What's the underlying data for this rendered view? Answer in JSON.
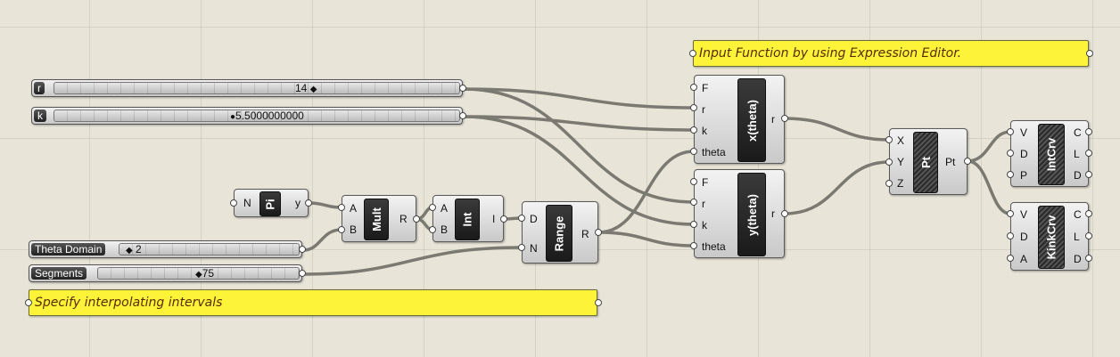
{
  "panels": {
    "expression_note": "Input Function by using Expression Editor.",
    "interval_note": "Specify interpolating intervals"
  },
  "sliders": {
    "r": {
      "label": "r",
      "value": "14"
    },
    "k": {
      "label": "k",
      "value": "5.5000000000"
    },
    "theta_domain": {
      "label": "Theta Domain",
      "value": "2"
    },
    "segments": {
      "label": "Segments",
      "value": "75"
    }
  },
  "components": {
    "pi": {
      "name": "Pi",
      "inputs": [
        "N"
      ],
      "outputs": [
        "y"
      ]
    },
    "mult": {
      "name": "Mult",
      "inputs": [
        "A",
        "B"
      ],
      "outputs": [
        "R"
      ]
    },
    "int": {
      "name": "Int",
      "inputs": [
        "A",
        "B"
      ],
      "outputs": [
        "I"
      ]
    },
    "range": {
      "name": "Range",
      "inputs": [
        "D",
        "N"
      ],
      "outputs": [
        "R"
      ]
    },
    "x_theta": {
      "name": "x(theta)",
      "inputs": [
        "F",
        "r",
        "k",
        "theta"
      ],
      "outputs": [
        "r"
      ]
    },
    "y_theta": {
      "name": "y(theta)",
      "inputs": [
        "F",
        "r",
        "k",
        "theta"
      ],
      "outputs": [
        "r"
      ]
    },
    "pt": {
      "name": "Pt",
      "inputs": [
        "X",
        "Y",
        "Z"
      ],
      "outputs": [
        "Pt"
      ]
    },
    "intcrv": {
      "name": "IntCrv",
      "inputs": [
        "V",
        "D",
        "P"
      ],
      "outputs": [
        "C",
        "L",
        "D"
      ]
    },
    "kinkcrv": {
      "name": "KinkCrv",
      "inputs": [
        "V",
        "D",
        "A"
      ],
      "outputs": [
        "C",
        "L",
        "D"
      ]
    }
  },
  "colors": {
    "canvas": "#e8e5d8",
    "panel": "#fdf43a",
    "wire": "#7a7a72",
    "component_core": "#1a1a1a"
  }
}
